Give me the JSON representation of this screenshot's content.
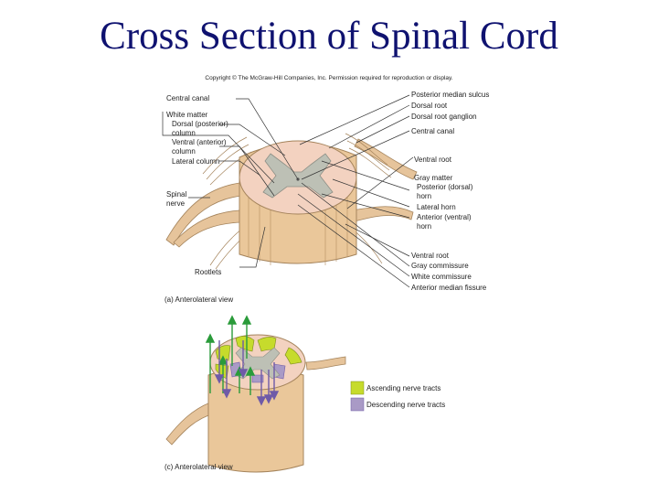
{
  "title": "Cross Section of Spinal Cord",
  "copyright": "Copyright © The McGraw-Hill Companies, Inc. Permission required for reproduction or display.",
  "left_labels": {
    "central_canal": "Central canal",
    "white_matter": "White matter",
    "dorsal_column_1": "Dorsal (posterior)",
    "dorsal_column_2": "column",
    "ventral_column_1": "Ventral (anterior)",
    "ventral_column_2": "column",
    "lateral_column": "Lateral column",
    "spinal_nerve_1": "Spinal",
    "spinal_nerve_2": "nerve",
    "rootlets": "Rootlets"
  },
  "right_labels": {
    "posterior_median_sulcus": "Posterior median sulcus",
    "dorsal_root": "Dorsal root",
    "dorsal_root_ganglion": "Dorsal root ganglion",
    "central_canal": "Central canal",
    "ventral_root_top": "Ventral root",
    "gray_matter": "Gray matter",
    "posterior_horn_1": "Posterior (dorsal)",
    "posterior_horn_2": "horn",
    "lateral_horn": "Lateral horn",
    "anterior_horn_1": "Anterior (ventral)",
    "anterior_horn_2": "horn",
    "ventral_root_bottom": "Ventral root",
    "gray_commissure": "Gray commissure",
    "white_commissure": "White commissure",
    "anterior_median_fissure": "Anterior median fissure"
  },
  "caption_a": "(a) Anterolateral view",
  "caption_c": "(c) Anterolateral view",
  "legend": [
    {
      "label": "Ascending nerve tracts",
      "color": "#c6db2c"
    },
    {
      "label": "Descending nerve tracts",
      "color": "#a99ac6"
    }
  ],
  "colors": {
    "cord_outer": "#eac79a",
    "cord_tissue": "#f3d2c0",
    "gray_matter": "#bdc0b5",
    "nerve": "#e6c49b",
    "ascending_arrow": "#2a9b3a",
    "descending_arrow": "#6f5aa8",
    "title": "#0f1270"
  }
}
